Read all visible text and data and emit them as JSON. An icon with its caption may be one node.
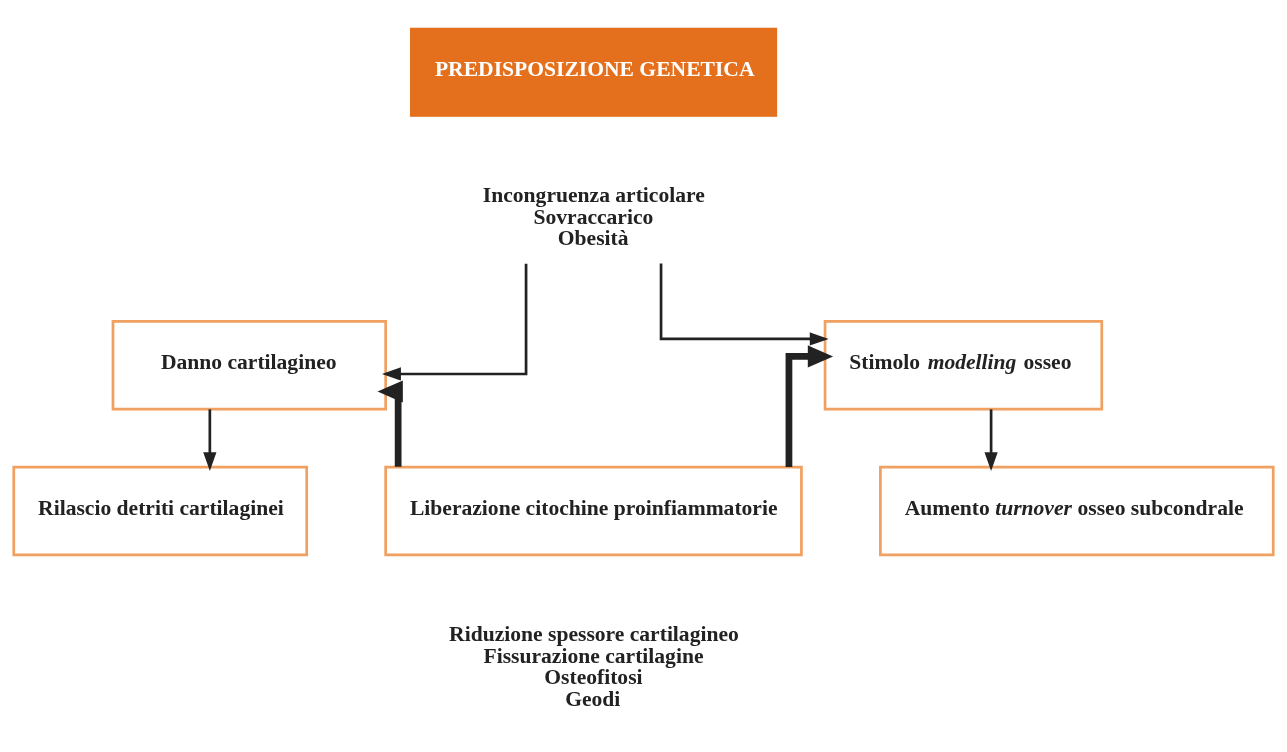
{
  "diagram": {
    "nodes": [
      {
        "text": [
          "PREDISPOSIZIONE GENETICA"
        ]
      },
      {
        "text": [
          "Incongruenza articolare",
          "Sovraccarico",
          "Obesità"
        ]
      },
      {
        "text": [
          "Danno cartilagineo"
        ]
      },
      {
        "text": [
          "Stimolo *modelling* osseo"
        ]
      },
      {
        "text": [
          "Rilascio detriti cartilaginei"
        ]
      },
      {
        "text": [
          "Liberazione citochine proinfiammatorie"
        ]
      },
      {
        "text": [
          "Aumento *turnover* osseo subcondrale"
        ]
      }
    ],
    "edges": [
      {
        "from": 1,
        "to": 2,
        "arrow": "to"
      },
      {
        "from": 1,
        "to": 3,
        "arrow": "to"
      },
      {
        "from": 5,
        "to": 2,
        "arrow": "to",
        "style": "thick"
      },
      {
        "from": 5,
        "to": 3,
        "arrow": "to",
        "style": "thick"
      },
      {
        "from": 2,
        "to": 4,
        "arrow": "to"
      },
      {
        "from": 3,
        "to": 6,
        "arrow": "to"
      }
    ],
    "labels": [
      "Riduzione spessore cartilagineo",
      "Fissurazione cartilagine",
      "Osteofitosi",
      "Geodi"
    ]
  }
}
